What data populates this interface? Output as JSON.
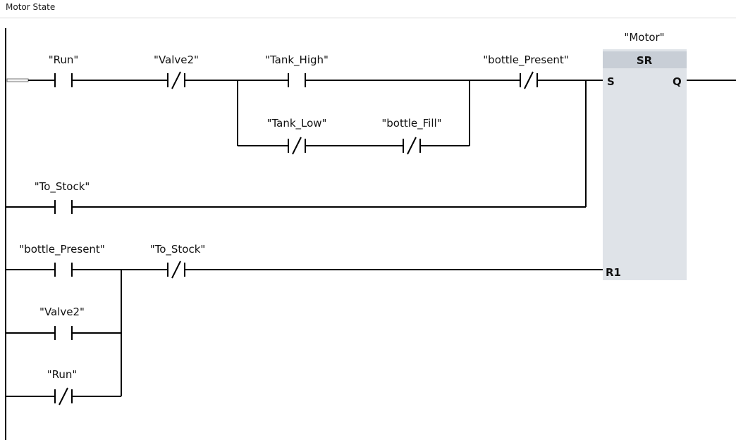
{
  "network": {
    "title": "Motor State"
  },
  "block": {
    "name": "\"Motor\"",
    "type": "SR",
    "pin_s": "S",
    "pin_q": "Q",
    "pin_r1": "R1",
    "fill_color": "#dfe3e8",
    "header_color": "#c8ced6"
  },
  "contacts": {
    "run": "\"Run\"",
    "valve2_nc": "\"Valve2\"",
    "tank_high": "\"Tank_High\"",
    "tank_low": "\"Tank_Low\"",
    "bottle_fill": "\"bottle_Fill\"",
    "bottle_present_nc": "\"bottle_Present\"",
    "to_stock": "\"To_Stock\"",
    "bottle_present": "\"bottle_Present\"",
    "to_stock_nc": "\"To_Stock\"",
    "valve2": "\"Valve2\"",
    "run_nc": "\"Run\""
  }
}
